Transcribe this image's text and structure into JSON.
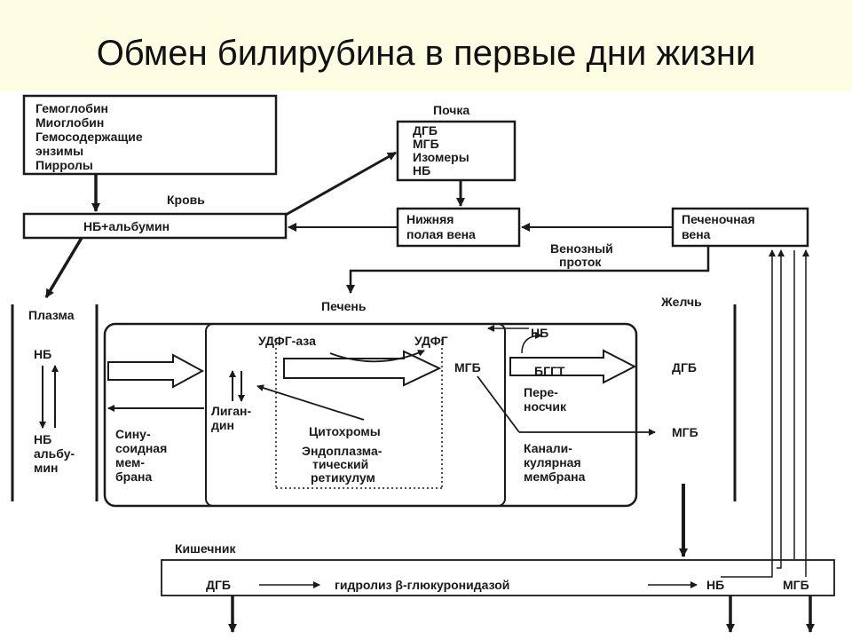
{
  "title": "Обмен билирубина в первые дни жизни",
  "colors": {
    "title_band": "#fdfde4",
    "ink": "#1a1a1a"
  },
  "boxes": {
    "sources": [
      "Гемоглобин",
      "Миоглобин",
      "Гемосодержащие",
      "энзимы",
      "Пирролы"
    ],
    "blood_label": "Кровь",
    "blood_box": "НБ+альбумин",
    "kidney_label": "Почка",
    "kidney": [
      "ДГБ",
      "МГБ",
      "Изомеры",
      "НБ"
    ],
    "ivc": [
      "Нижняя",
      "полая вена"
    ],
    "portal": [
      "Печеночная",
      "вена"
    ],
    "venous_duct": [
      "Венозный",
      "проток"
    ]
  },
  "plasma": {
    "label": "Плазма",
    "nb": "НБ",
    "nb_alb": [
      "НБ",
      "альбу-",
      "мин"
    ]
  },
  "liver": {
    "label": "Печень",
    "membrane": [
      "Сину-",
      "соидная",
      "мем-",
      "брана"
    ],
    "ligandin": [
      "Лиган-",
      "дин"
    ],
    "udfg_aza": "УДФГ-аза",
    "udfg": "УДФГ",
    "mgb": "МГБ",
    "nb": "НБ",
    "bgtt": "БГГТ",
    "carrier": [
      "Пере-",
      "носчик"
    ],
    "cytochromes": "Цитохромы",
    "er": [
      "Эндоплазма-",
      "тический",
      "ретикулум"
    ],
    "canalicular": [
      "Канали-",
      "кулярная",
      "мембрана"
    ]
  },
  "bile": {
    "label": "Желчь",
    "dgb": "ДГБ",
    "mgb": "МГБ"
  },
  "intestine": {
    "label": "Кишечник",
    "dgb": "ДГБ",
    "process": "гидролиз β-глюкуронидазой",
    "nb": "НБ",
    "mgb": "МГБ"
  }
}
